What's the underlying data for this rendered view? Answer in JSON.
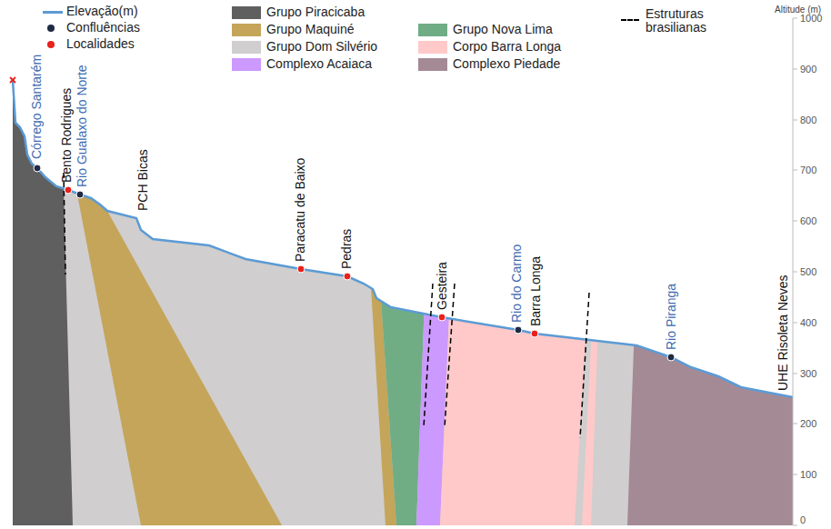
{
  "diagram": {
    "labels": [
      "Altitude (m)",
      "1000",
      "900",
      "800",
      "700",
      "600",
      "500",
      "400",
      "300",
      "200",
      "100",
      "0",
      "Córrego Santarém",
      "Bento Rodrigues",
      "Rio Gualaxo do Norte",
      "PCH Bicas",
      "Paracatu de Baixo",
      "Pedras",
      "Gesteira",
      "Rio do Carmo",
      "Barra Longa",
      "Rio Piranga",
      "UHE Risoleta Neves"
    ],
    "legend": [
      {
        "text": "Elevação(m)"
      },
      {
        "text": "Confluências",
        "color": "#1f2a44"
      },
      {
        "text": "Localidades",
        "color": "#e8211c"
      },
      {
        "text": "Grupo Piracicaba",
        "color": "#5f5f5f"
      },
      {
        "text": "Grupo Maquiné",
        "color": "#c4a55a"
      },
      {
        "text": "Grupo Dom Silvério",
        "color": "#d0cece"
      },
      {
        "text": "Complexo Acaiaca",
        "color": "#cc99ff"
      },
      {
        "text": "Grupo Nova Lima",
        "color": "#70ad85"
      },
      {
        "text": "Corpo Barra Longa",
        "color": "#ffc9c9"
      },
      {
        "text": "Complexo Piedade",
        "color": "#a48a94"
      },
      {
        "text": "Estruturas brasilianas"
      }
    ]
  }
}
